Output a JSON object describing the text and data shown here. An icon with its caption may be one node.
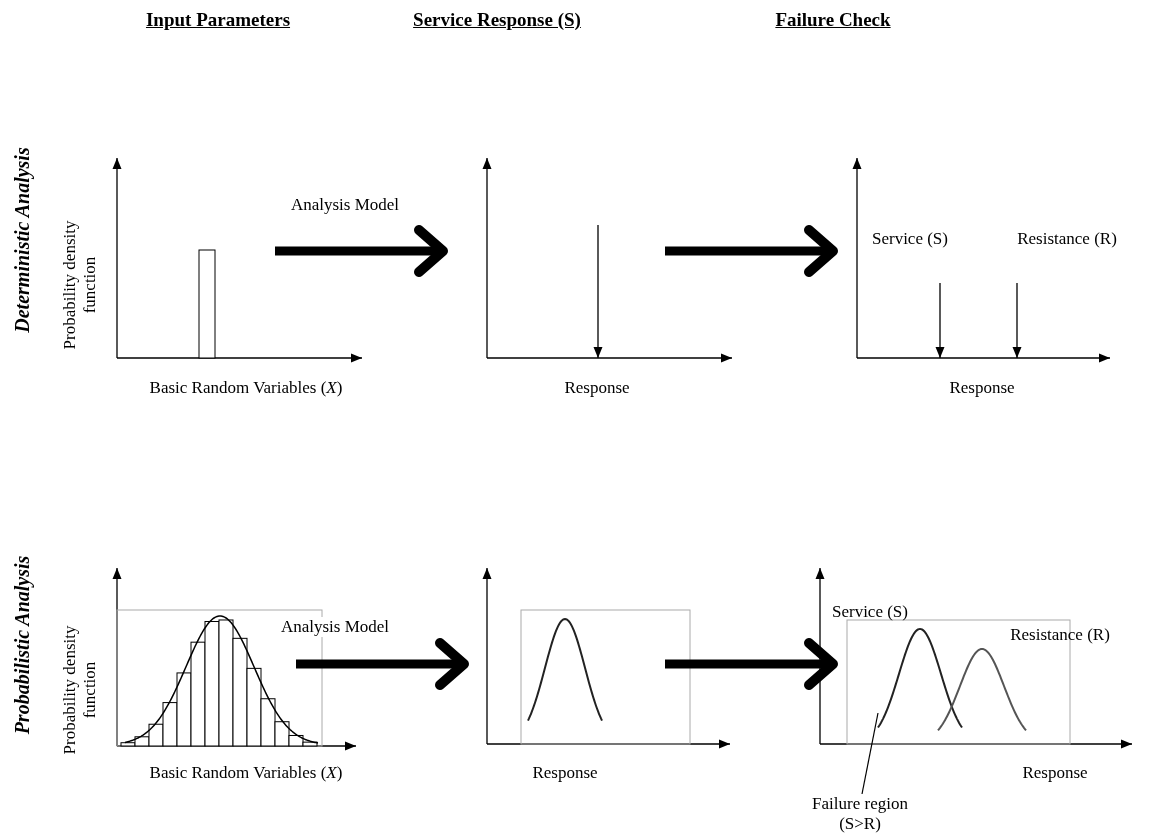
{
  "diagram": {
    "nodes": [
      {
        "text": [],
        "shape": "picture",
        "beside": [
          "Probability density function",
          "Basic Random Variables (*X*)"
        ]
      },
      {
        "text": [],
        "shape": "picture",
        "beside": [
          "Response"
        ]
      },
      {
        "text": [
          "Service (S)",
          "Resistance (R)"
        ],
        "beside": [
          "Response"
        ]
      },
      {
        "text": [],
        "shape": "picture",
        "beside": [
          "Probability density function",
          "Basic Random Variables (*X*)"
        ]
      },
      {
        "text": [],
        "shape": "picture",
        "beside": [
          "Response"
        ]
      },
      {
        "text": [
          "Service (S)",
          "Resistance (R)"
        ],
        "beside": [
          "Response"
        ]
      },
      {
        "text": [
          "Failure region (S>R)"
        ]
      }
    ],
    "edges": [
      {
        "from": 0,
        "to": 1,
        "arrow": "to",
        "label": "Analysis Model"
      },
      {
        "from": 1,
        "to": 2,
        "arrow": "to"
      },
      {
        "from": 3,
        "to": 4,
        "arrow": "to",
        "label": "Analysis Model"
      },
      {
        "from": 4,
        "to": 5,
        "arrow": "to"
      },
      {
        "from": 6,
        "to": 5,
        "arrow": "none"
      }
    ],
    "labels": [
      "Input Parameters",
      "Service Response (S)",
      "Failure Check",
      "Deterministic Analysis",
      "Probabilistic Analysis"
    ]
  }
}
